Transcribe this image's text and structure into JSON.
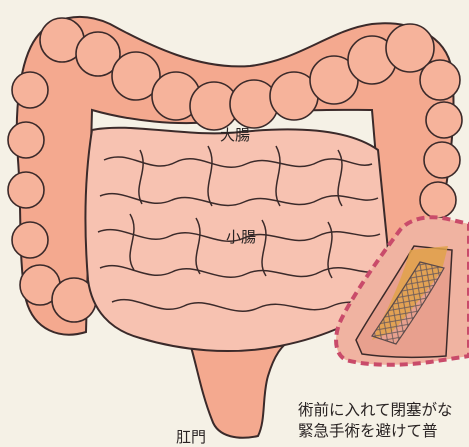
{
  "labels": {
    "large_intestine": "大腸",
    "small_intestine": "小腸",
    "anus": "肛門"
  },
  "caption": {
    "line1": "術前に入れて閉塞がな",
    "line2": "緊急手術を避けて普"
  },
  "colors": {
    "background": "#f5f1e6",
    "colon_fill": "#f4a98f",
    "colon_stroke": "#3b2a2a",
    "small_intestine_fill": "#f7c2b1",
    "stent_highlight": "#e0a24a",
    "callout_border": "#c94b6a"
  }
}
